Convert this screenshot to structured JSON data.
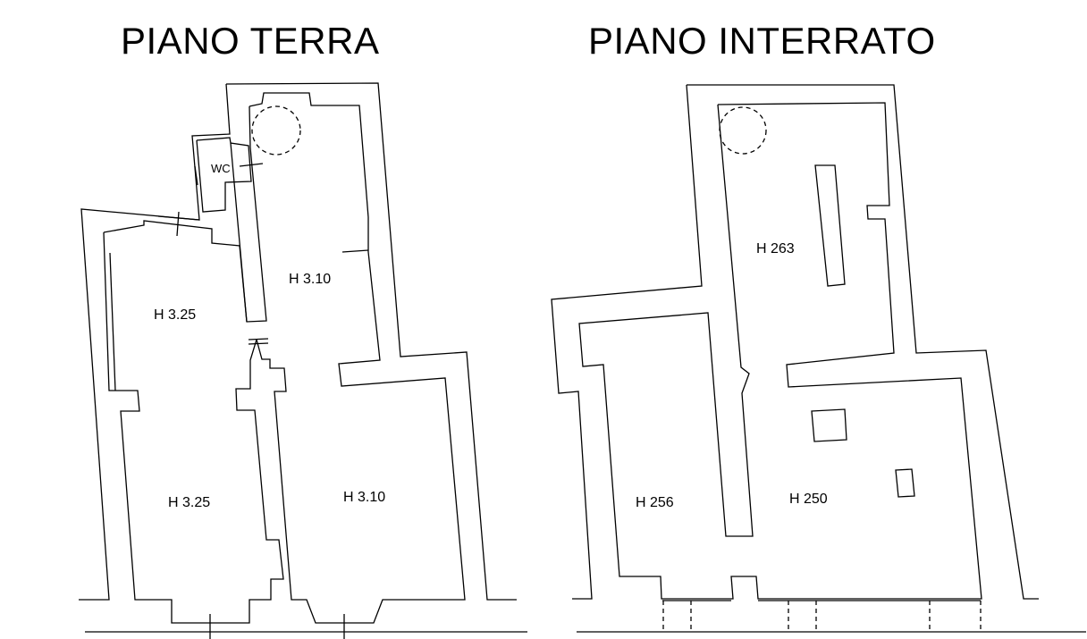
{
  "plans": [
    {
      "title": "PIANO TERRA",
      "rooms": [
        {
          "label": "WC"
        },
        {
          "label": "H 3.10"
        },
        {
          "label": "H 3.25"
        },
        {
          "label": "H 3.25"
        },
        {
          "label": "H 3.10"
        }
      ]
    },
    {
      "title": "PIANO INTERRATO",
      "rooms": [
        {
          "label": "H 263"
        },
        {
          "label": "H 256"
        },
        {
          "label": "H 250"
        }
      ]
    }
  ]
}
